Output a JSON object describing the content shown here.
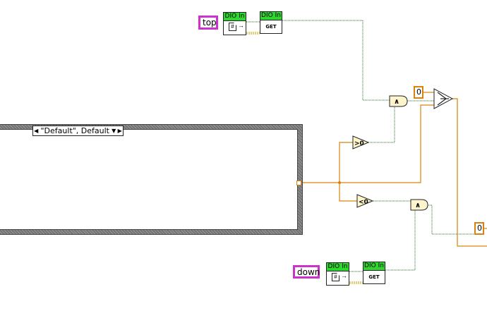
{
  "constants": {
    "top_label": "top",
    "down_label": "down",
    "zero_upper": "0",
    "zero_lower": "0"
  },
  "nodes": {
    "dio_ref_title": "DIO In",
    "dio_get_title": "DIO In",
    "dio_get_body": "GET",
    "dio_ref_icon": "#"
  },
  "case_structure": {
    "selector_value": "\"Default\", Default",
    "decrement_icon": "triangle-left-icon",
    "increment_icon": "triangle-right-icon",
    "dropdown_icon": "triangle-down-icon"
  },
  "primitives": {
    "greater_than_zero": ">0",
    "less_than_zero": "<0",
    "and_symbol": "∧"
  },
  "colors": {
    "numeric_wire": "#d9820f",
    "boolean_wire": "#1a7a1a",
    "string_const_border": "#cc33cc",
    "dio_header": "#2fd62f",
    "primitive_fill": "#fff5cc"
  }
}
